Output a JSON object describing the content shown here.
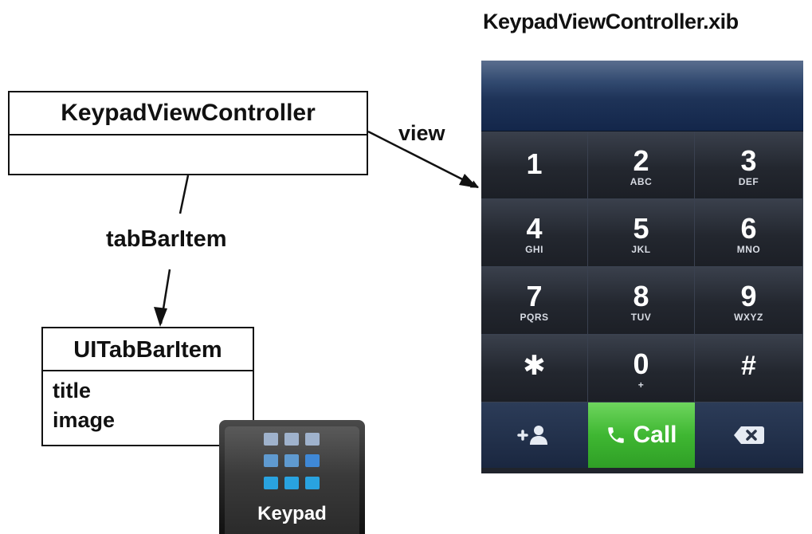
{
  "xib_title": "KeypadViewController.xib",
  "keypad_view_controller": {
    "class_name": "KeypadViewController"
  },
  "relations": {
    "view_label": "view",
    "tab_bar_item_label": "tabBarItem"
  },
  "ui_tab_bar_item": {
    "class_name": "UITabBarItem",
    "attributes": [
      "title",
      "image"
    ]
  },
  "keypad": {
    "keys": [
      {
        "digit": "1",
        "letters": ""
      },
      {
        "digit": "2",
        "letters": "ABC"
      },
      {
        "digit": "3",
        "letters": "DEF"
      },
      {
        "digit": "4",
        "letters": "GHI"
      },
      {
        "digit": "5",
        "letters": "JKL"
      },
      {
        "digit": "6",
        "letters": "MNO"
      },
      {
        "digit": "7",
        "letters": "PQRS"
      },
      {
        "digit": "8",
        "letters": "TUV"
      },
      {
        "digit": "9",
        "letters": "WXYZ"
      },
      {
        "digit": "✱",
        "letters": ""
      },
      {
        "digit": "0",
        "letters": "+"
      },
      {
        "digit": "#",
        "letters": ""
      }
    ],
    "call_label": "Call",
    "add_contact_icon": "add-contact-icon",
    "phone_icon": "phone-icon",
    "delete_icon": "backspace-icon"
  },
  "tab_item": {
    "caption": "Keypad",
    "icon": "keypad-grid-icon"
  },
  "colors": {
    "call_green": "#3fb732",
    "keypad_dark": "#20242c",
    "tab_blue": "#29a3e0"
  }
}
